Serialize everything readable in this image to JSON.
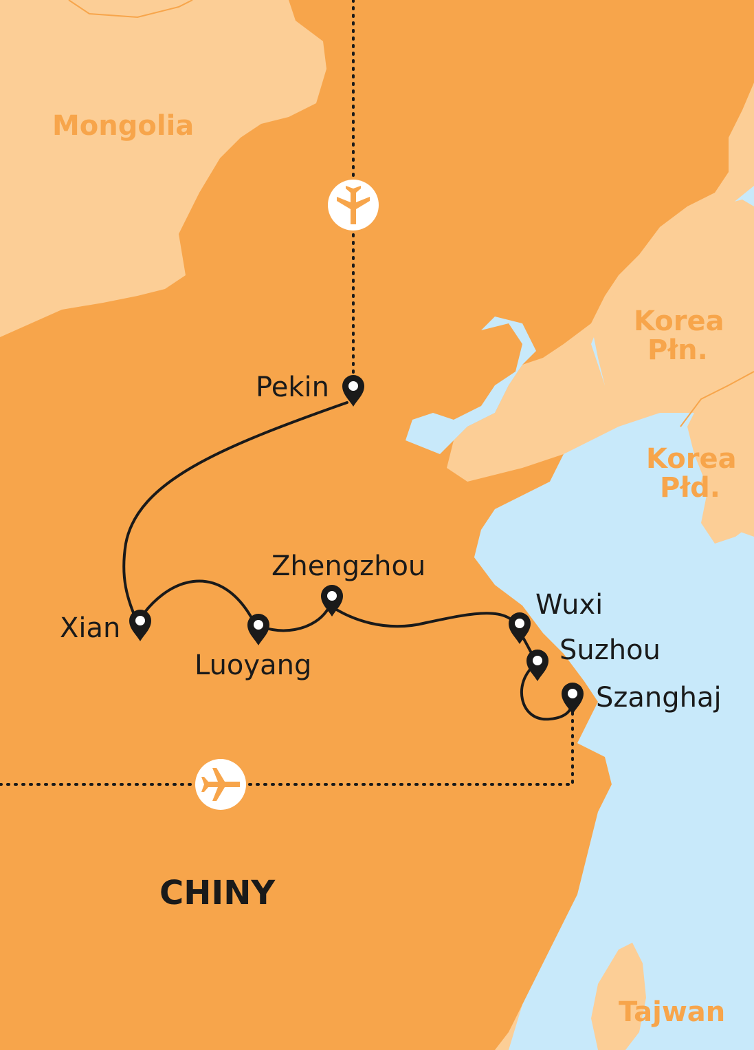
{
  "colors": {
    "sea": "#c8e9fa",
    "china": "#f7a54b",
    "neighbor": "#fcce96",
    "route": "#1a1a1a",
    "label_neighbor": "#f7a54b",
    "pin_fill": "#ffffff"
  },
  "countries": {
    "mongolia": "Mongolia",
    "korea_north_line1": "Korea",
    "korea_north_line2": "Płn.",
    "korea_south_line1": "Korea",
    "korea_south_line2": "Płd.",
    "taiwan": "Tajwan",
    "china": "CHINY"
  },
  "cities": {
    "pekin": "Pekin",
    "xian": "Xian",
    "luoyang": "Luoyang",
    "zhengzhou": "Zhengzhou",
    "wuxi": "Wuxi",
    "suzhou": "Suzhou",
    "szanghaj": "Szanghaj"
  },
  "icons": {
    "flight_arrival": "airplane-icon",
    "flight_departure": "airplane-icon",
    "city_pin": "map-pin-icon"
  }
}
